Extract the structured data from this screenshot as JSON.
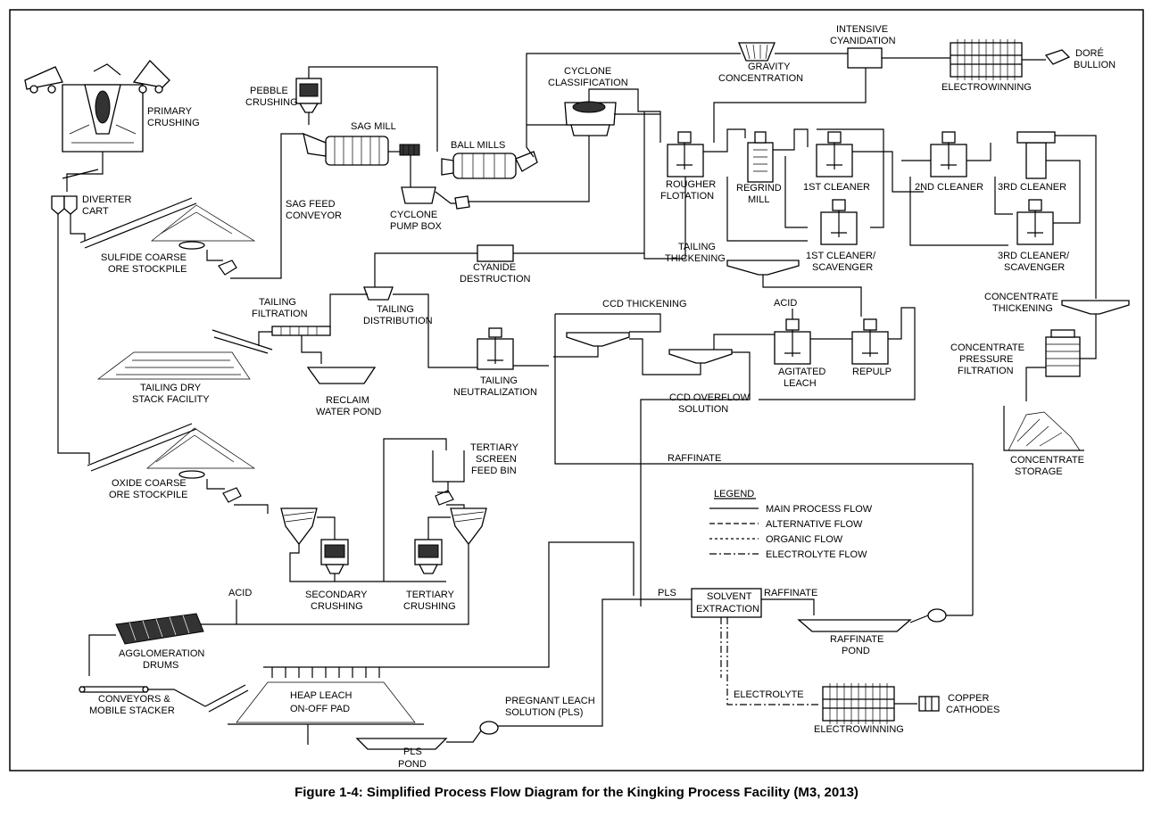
{
  "caption": "Figure 1-4: Simplified Process Flow Diagram for the Kingking Process Facility (M3, 2013)",
  "labels": {
    "primary_crushing_1": "PRIMARY",
    "primary_crushing_2": "CRUSHING",
    "diverter_1": "DIVERTER",
    "diverter_2": "CART",
    "sulfide_1": "SULFIDE COARSE",
    "sulfide_2": "ORE STOCKPILE",
    "pebble_1": "PEBBLE",
    "pebble_2": "CRUSHING",
    "sag_mill": "SAG MILL",
    "sag_feed_1": "SAG FEED",
    "sag_feed_2": "CONVEYOR",
    "ball_mills": "BALL MILLS",
    "cyclone_pump_1": "CYCLONE",
    "cyclone_pump_2": "PUMP BOX",
    "cyclone_class_1": "CYCLONE",
    "cyclone_class_2": "CLASSIFICATION",
    "gravity_1": "GRAVITY",
    "gravity_2": "CONCENTRATION",
    "intensive_1": "INTENSIVE",
    "intensive_2": "CYANIDATION",
    "electrowinning_top": "ELECTROWINNING",
    "dore_1": "DORÉ",
    "dore_2": "BULLION",
    "rougher_1": "ROUGHER",
    "rougher_2": "FLOTATION",
    "regrind_1": "REGRIND",
    "regrind_2": "MILL",
    "cleaner1": "1ST CLEANER",
    "cleaner2": "2ND CLEANER",
    "cleaner3": "3RD CLEANER",
    "cleaner1_scav_1": "1ST CLEANER/",
    "cleaner1_scav_2": "SCAVENGER",
    "cleaner3_scav_1": "3RD CLEANER/",
    "cleaner3_scav_2": "SCAVENGER",
    "tailing_thick_1": "TAILING",
    "tailing_thick_2": "THICKENING",
    "cyanide_1": "CYANIDE",
    "cyanide_2": "DESTRUCTION",
    "tail_filt_1": "TAILING",
    "tail_filt_2": "FILTRATION",
    "tail_dist_1": "TAILING",
    "tail_dist_2": "DISTRIBUTION",
    "tail_dry_1": "TAILING DRY",
    "tail_dry_2": "STACK FACILITY",
    "reclaim_1": "RECLAIM",
    "reclaim_2": "WATER POND",
    "tail_neut_1": "TAILING",
    "tail_neut_2": "NEUTRALIZATION",
    "ccd_thick": "CCD THICKENING",
    "acid_top": "ACID",
    "agitated_1": "AGITATED",
    "agitated_2": "LEACH",
    "repulp": "REPULP",
    "ccd_over_1": "CCD OVERFLOW",
    "ccd_over_2": "SOLUTION",
    "conc_thick_1": "CONCENTRATE",
    "conc_thick_2": "THICKENING",
    "conc_press_1": "CONCENTRATE",
    "conc_press_2": "PRESSURE",
    "conc_press_3": "FILTRATION",
    "conc_store_1": "CONCENTRATE",
    "conc_store_2": "STORAGE",
    "raffinate_top": "RAFFINATE",
    "oxide_1": "OXIDE COARSE",
    "oxide_2": "ORE STOCKPILE",
    "tertiary_bin_1": "TERTIARY",
    "tertiary_bin_2": "SCREEN",
    "tertiary_bin_3": "FEED BIN",
    "secondary_1": "SECONDARY",
    "secondary_2": "CRUSHING",
    "tertiary_1": "TERTIARY",
    "tertiary_2": "CRUSHING",
    "acid_left": "ACID",
    "agglom_1": "AGGLOMERATION",
    "agglom_2": "DRUMS",
    "conveyors_1": "CONVEYORS &",
    "conveyors_2": "MOBILE STACKER",
    "heap_1": "HEAP LEACH",
    "heap_2": "ON-OFF PAD",
    "pls_pond_1": "PLS",
    "pls_pond_2": "POND",
    "pregnant_1": "PREGNANT LEACH",
    "pregnant_2": "SOLUTION (PLS)",
    "pls": "PLS",
    "solvent_1": "SOLVENT",
    "solvent_2": "EXTRACTION",
    "raffinate_se": "RAFFINATE",
    "raffinate_pond_1": "RAFFINATE",
    "raffinate_pond_2": "POND",
    "electrolyte": "ELECTROLYTE",
    "electrowinning_bottom": "ELECTROWINNING",
    "copper_1": "COPPER",
    "copper_2": "CATHODES"
  },
  "legend": {
    "title": "LEGEND",
    "items": [
      "MAIN PROCESS FLOW",
      "ALTERNATIVE FLOW",
      "ORGANIC FLOW",
      "ELECTROLYTE FLOW"
    ]
  }
}
